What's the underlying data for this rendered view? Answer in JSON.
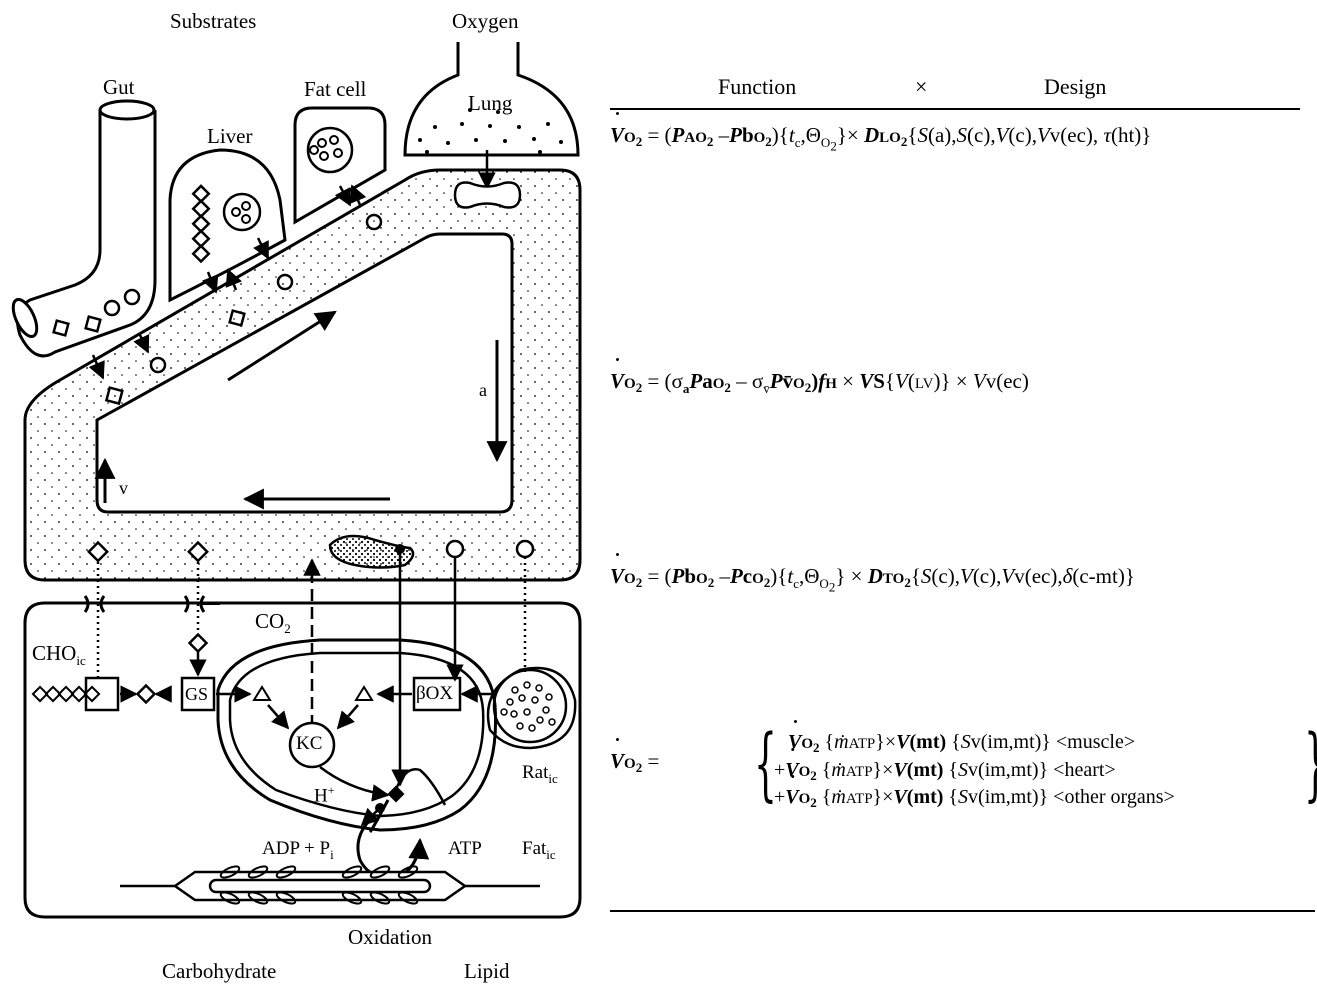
{
  "diagram": {
    "labels": {
      "substrates": "Substrates",
      "oxygen": "Oxygen",
      "gut": "Gut",
      "fat_cell": "Fat cell",
      "liver": "Liver",
      "lung": "Lung",
      "a": "a",
      "v": "v",
      "co2": "CO",
      "co2_sub": "2",
      "cho_ic": "CHO",
      "cho_ic_sub": "ic",
      "gs": "GS",
      "box": "βOX",
      "kc": "KC",
      "h_plus": "H",
      "h_plus_sup": "+",
      "rat_ic": "Rat",
      "rat_ic_sub": "ic",
      "fat_ic": "Fat",
      "fat_ic_sub": "ic",
      "adp": "ADP + P",
      "adp_sub": "i",
      "atp": "ATP",
      "oxidation": "Oxidation",
      "carbohydrate": "Carbohydrate",
      "lipid": "Lipid"
    }
  },
  "equations": {
    "header_function": "Function",
    "header_times": "×",
    "header_design": "Design"
  }
}
